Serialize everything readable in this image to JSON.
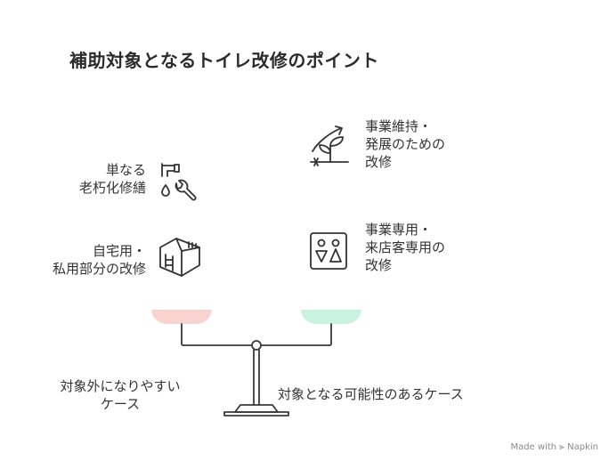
{
  "title": "補助対象となるトイレ改修のポイント",
  "left_items": [
    {
      "lines": [
        "単なる",
        "老朽化修繕"
      ],
      "icon": "faucet-wrench-icon"
    },
    {
      "lines": [
        "自宅用・",
        "私用部分の改修"
      ],
      "icon": "home-building-icon"
    }
  ],
  "right_items": [
    {
      "lines": [
        "事業維持・",
        "発展のための",
        "改修"
      ],
      "icon": "plant-growth-icon"
    },
    {
      "lines": [
        "事業専用・",
        "来店客専用の",
        "改修"
      ],
      "icon": "restroom-sign-icon"
    }
  ],
  "scale": {
    "left_label_lines": [
      "対象外になりやすい",
      "ケース"
    ],
    "right_label": "対象となる可能性のあるケース",
    "colors": {
      "left_pan": "#f9d3d0",
      "right_pan": "#c9f2df",
      "stroke": "#3a3a3a"
    }
  },
  "footer": {
    "made_with": "Made with",
    "brand": "Napkin"
  }
}
